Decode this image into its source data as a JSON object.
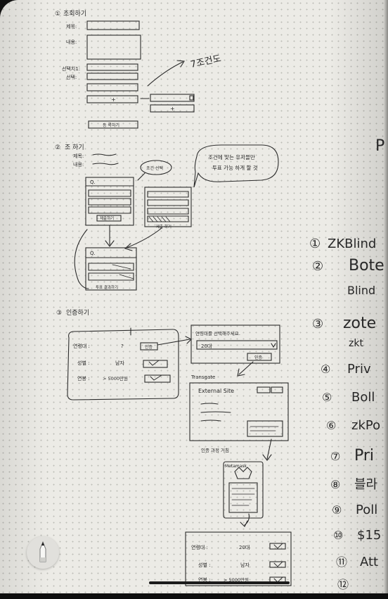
{
  "notes": {
    "sec1": {
      "num": "①",
      "title": "조회하기",
      "annot": "7조건도"
    },
    "sec1_labels": [
      "제목:",
      "내용:",
      "선택지1:",
      "선택:"
    ],
    "sec1_buttons": {
      "plus": "+",
      "submit": "등 록하기"
    },
    "sec2": {
      "num": "②",
      "title": "조 하기",
      "fields": [
        "제목:",
        "내용:"
      ],
      "bubble_small": "조건 선택",
      "bubble_big_l1": "조건에 맞는 유저들만",
      "bubble_big_l2": "투표 가능 하게 할 것"
    },
    "sec2_buttons": {
      "submit1": "제출하기",
      "submit2": "제출 하기",
      "submit3": "투표 결과하기"
    },
    "sec3": {
      "num": "③",
      "title": "인증하기"
    },
    "sec3_rows": [
      {
        "label": "연령대 :",
        "value": "?",
        "btn": "인증"
      },
      {
        "label": "성별 :",
        "value": "남자",
        "btn": ""
      },
      {
        "label": "연봉 :",
        "value": "> 5000만원",
        "btn": ""
      }
    ],
    "sec3_popup": {
      "title": "연령대를 선택해주세요.",
      "value": "20대",
      "btn": "인증"
    },
    "transgate": {
      "label": "Transgate",
      "site": "External Site",
      "caption": "인증 과정 거침"
    },
    "metamask": {
      "label": "Metamask"
    },
    "final_rows": [
      {
        "label": "연령대 :",
        "value": "20대"
      },
      {
        "label": "성별 :",
        "value": "남자"
      },
      {
        "label": "연봉 :",
        "value": "> 5000만원"
      }
    ],
    "right_list": [
      {
        "n": "①",
        "t": "ZKBlind"
      },
      {
        "n": "②",
        "t": "Bote"
      },
      {
        "n": "",
        "t": "Blind"
      },
      {
        "n": "③",
        "t": "zote"
      },
      {
        "n": "",
        "t": "zkt"
      },
      {
        "n": "④",
        "t": "Priv"
      },
      {
        "n": "⑤",
        "t": "Boll"
      },
      {
        "n": "⑥",
        "t": "zkPo"
      },
      {
        "n": "⑦",
        "t": "Pri"
      },
      {
        "n": "⑧",
        "t": "블라"
      },
      {
        "n": "⑨",
        "t": "Poll"
      },
      {
        "n": "⑩",
        "t": "$15"
      },
      {
        "n": "⑪",
        "t": "Att"
      },
      {
        "n": "⑫",
        "t": ""
      }
    ],
    "right_top": "P"
  }
}
